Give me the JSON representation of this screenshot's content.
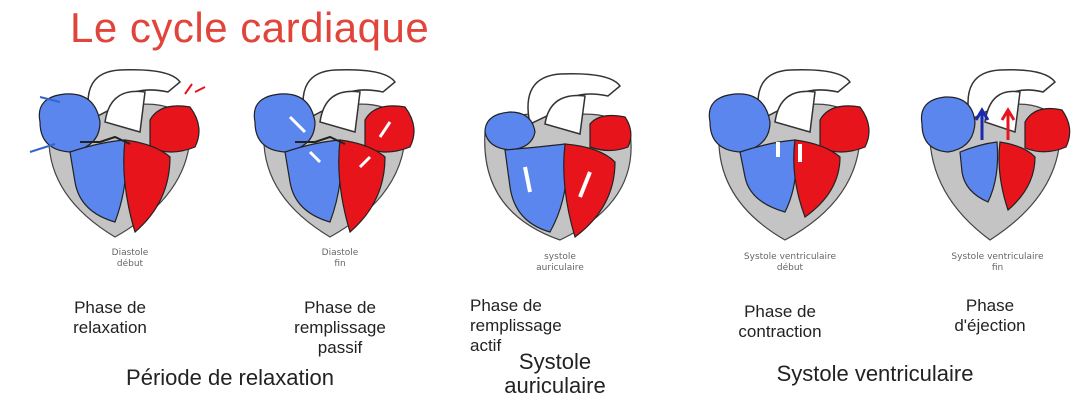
{
  "title": "Le cycle cardiaque",
  "colors": {
    "title": "#e0443a",
    "oxygen_poor_blood": "#5b86ee",
    "oxygen_rich_blood": "#e8141c",
    "heart_wall": "#c4c4c4",
    "vessel": "#ffffff"
  },
  "stages": [
    {
      "small_label": "Diastole\ndébut",
      "phase": "Phase de\nrelaxation"
    },
    {
      "small_label": "Diastole\nfin",
      "phase": "Phase de\nremplissage\npassif"
    },
    {
      "small_label": "systole\nauriculaire",
      "phase": "Phase de\nremplissage\nactif"
    },
    {
      "small_label": "Systole ventriculaire\ndébut",
      "phase": "Phase de\ncontraction"
    },
    {
      "small_label": "Systole ventriculaire\nfin",
      "phase": "Phase\nd'éjection"
    }
  ],
  "periods": [
    {
      "label": "Période de relaxation"
    },
    {
      "label": "Systole\nauriculaire"
    },
    {
      "label": "Systole ventriculaire"
    }
  ]
}
